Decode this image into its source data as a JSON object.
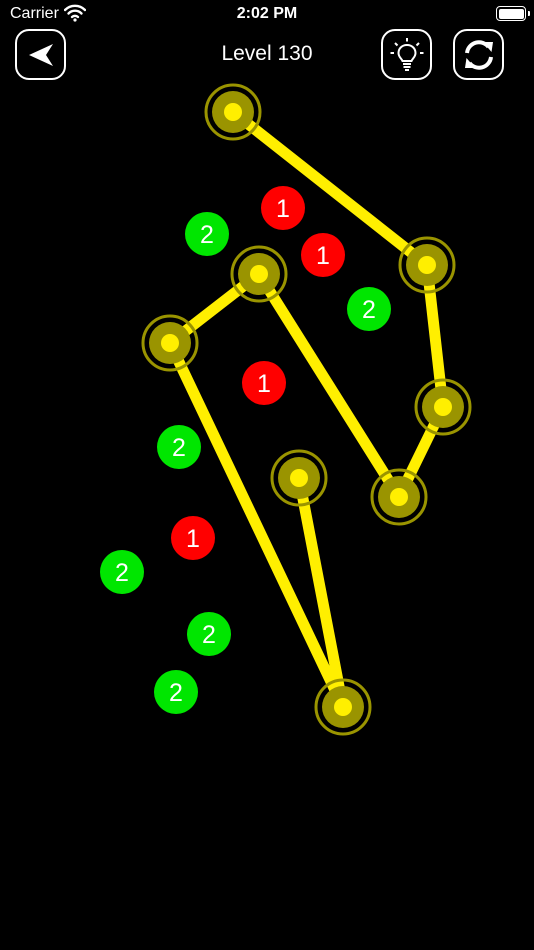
{
  "status_bar": {
    "carrier": "Carrier",
    "time": "2:02 PM",
    "battery_level": 1.0
  },
  "header": {
    "level_label": "Level 130",
    "back_icon": "navigation-arrow-icon",
    "hint_icon": "lightbulb-icon",
    "restart_icon": "refresh-arrows-icon"
  },
  "colors": {
    "background": "#000000",
    "line": "#ffef00",
    "node_ring": "#9a9400",
    "node_core": "#ffef00",
    "red_counter": "#ff0000",
    "green_counter": "#00e600"
  },
  "board": {
    "path_order": [
      "n1",
      "n2",
      "n3",
      "n4",
      "n5",
      "n6",
      "n7",
      "n8",
      "n9"
    ],
    "counters": [
      {
        "id": "c1",
        "value": "1",
        "color": "red"
      },
      {
        "id": "c2",
        "value": "2",
        "color": "green"
      },
      {
        "id": "c3",
        "value": "1",
        "color": "red"
      },
      {
        "id": "c4",
        "value": "2",
        "color": "green"
      },
      {
        "id": "c5",
        "value": "1",
        "color": "red"
      },
      {
        "id": "c6",
        "value": "2",
        "color": "green"
      },
      {
        "id": "c7",
        "value": "1",
        "color": "red"
      },
      {
        "id": "c8",
        "value": "2",
        "color": "green"
      },
      {
        "id": "c9",
        "value": "2",
        "color": "green"
      },
      {
        "id": "c10",
        "value": "2",
        "color": "green"
      }
    ]
  }
}
